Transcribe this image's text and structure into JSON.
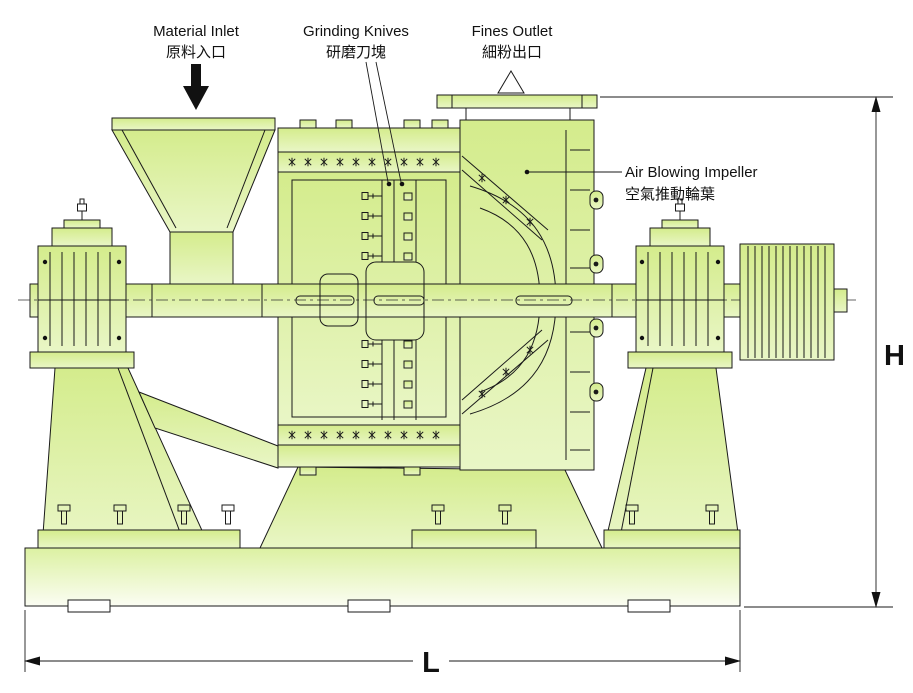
{
  "diagram": {
    "callouts": {
      "material_inlet": {
        "en": "Material Inlet",
        "zh": "原料入口"
      },
      "grinding_knives": {
        "en": "Grinding Knives",
        "zh": "研磨刀塊"
      },
      "fines_outlet": {
        "en": "Fines Outlet",
        "zh": "細粉出口"
      },
      "air_impeller": {
        "en": "Air Blowing Impeller",
        "zh": "空氣推動輪葉"
      }
    },
    "dimensions": {
      "height_label": "H",
      "length_label": "L"
    },
    "colors": {
      "body_fill_top": "#d4ec8c",
      "body_fill_bottom": "#e9f6c6",
      "base_fill_top": "#dcf1a2",
      "base_fill_bottom": "#fbfdf3",
      "line": "#1a1a1a",
      "arrow_fill": "#111111"
    }
  }
}
